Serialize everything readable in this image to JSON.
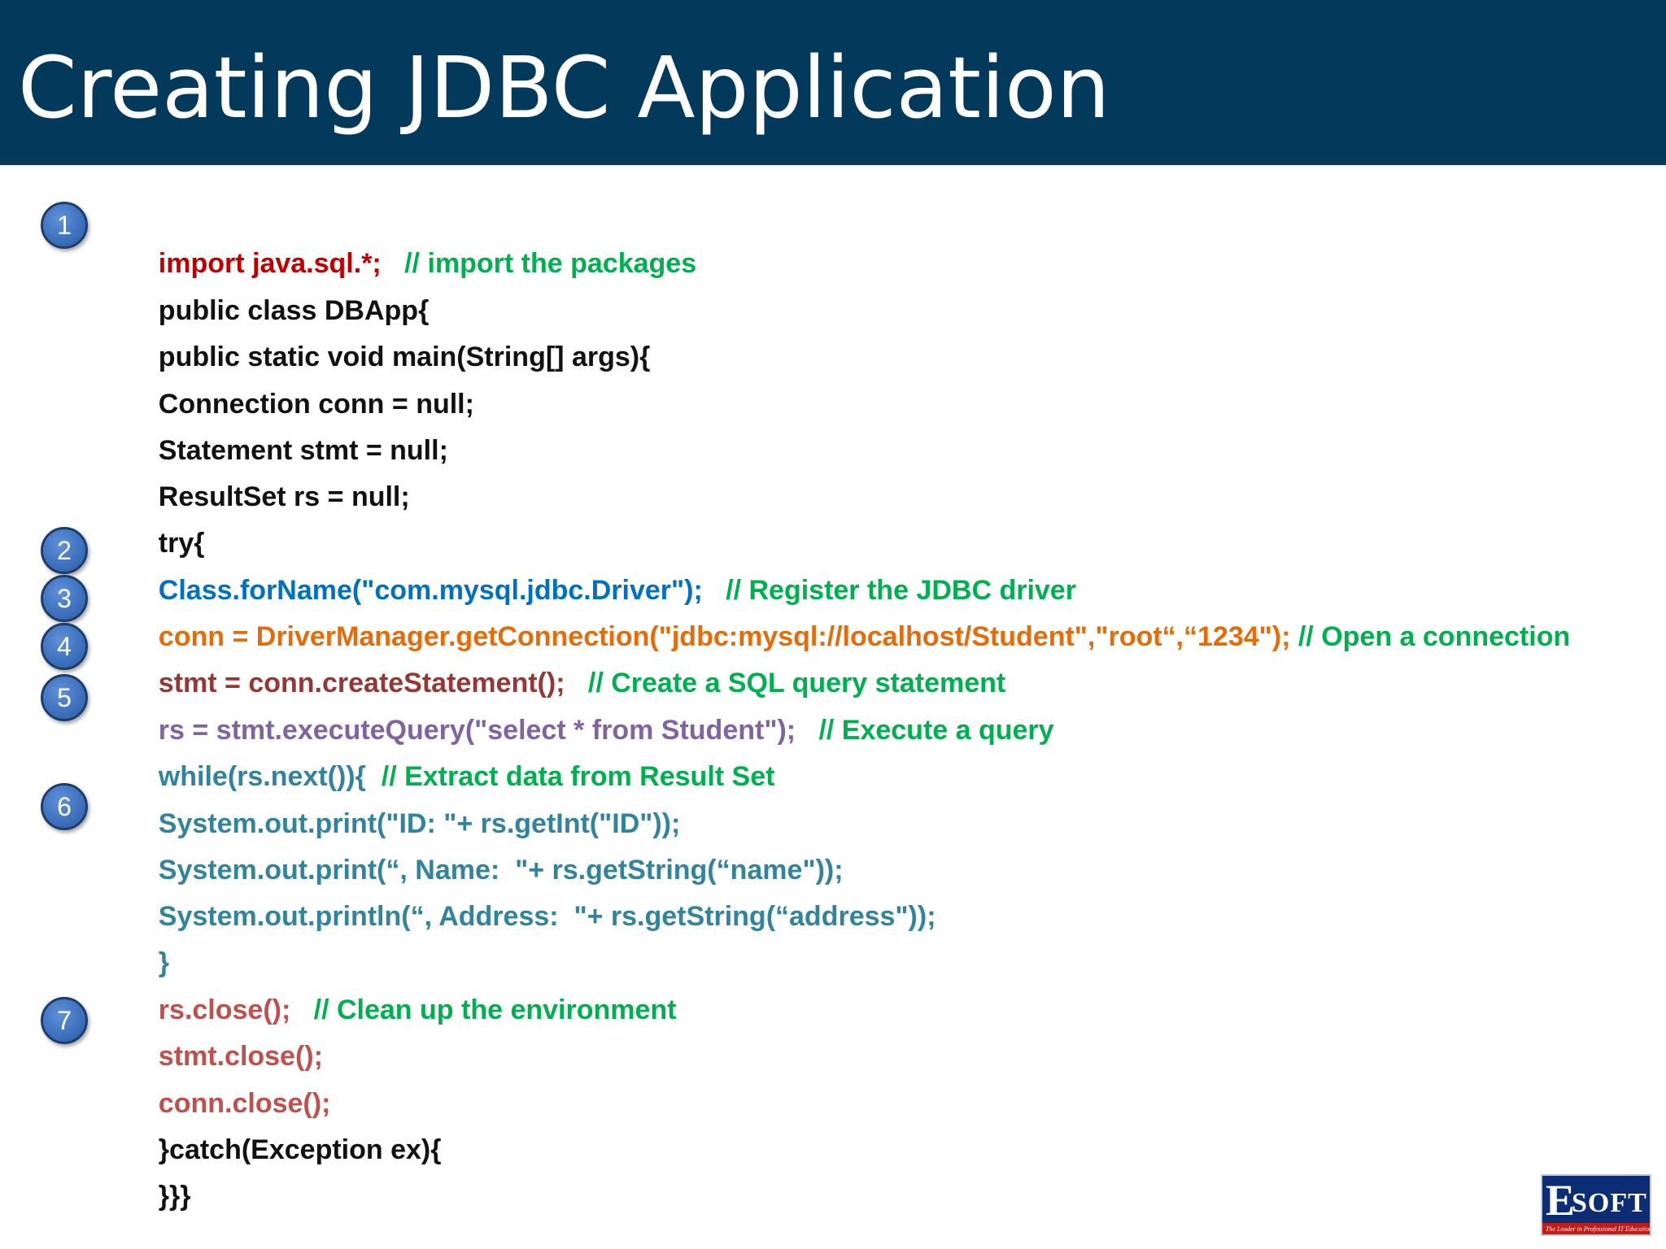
{
  "slide": {
    "title": "Creating JDBC Application"
  },
  "steps": [
    "1",
    "2",
    "3",
    "4",
    "5",
    "6",
    "7"
  ],
  "colors": {
    "title_bar": "#033a5b",
    "step_badge": "#3f73bf",
    "import": "#c00000",
    "comment": "#00b050",
    "plain": "#111111",
    "register": "#0070c0",
    "connection": "#e46c0a",
    "statement": "#953735",
    "query": "#8064a2",
    "resultset": "#31849b",
    "cleanup": "#c0504d"
  },
  "code": {
    "l1_code": "import java.sql.*;",
    "l1_comment": "// import the packages",
    "l2": "public class DBApp{",
    "l3": "public static void main(String[] args){",
    "l4": "Connection conn = null;",
    "l5": "Statement stmt = null;",
    "l6": "ResultSet rs = null;",
    "l7": "try{",
    "l8_code": "Class.forName(\"com.mysql.jdbc.Driver\");",
    "l8_comment": "// Register the JDBC driver",
    "l9_code": "conn = DriverManager.getConnection(\"jdbc:mysql://localhost/Student\",\"root“,“1234\");",
    "l9_comment": "// Open a connection",
    "l10_code": "stmt = conn.createStatement();",
    "l10_comment": "// Create a SQL query statement",
    "l11_code": "rs = stmt.executeQuery(\"select * from Student\");",
    "l11_comment": "// Execute a query",
    "l12_code": "while(rs.next()){",
    "l12_comment": "// Extract data from Result Set",
    "l13": "System.out.print(\"ID: \"+ rs.getInt(\"ID\"));",
    "l14": "System.out.print(“, Name:  \"+ rs.getString(“name\"));",
    "l15": "System.out.println(“, Address:  \"+ rs.getString(“address\"));",
    "l16": "}",
    "l17_code": "rs.close();",
    "l17_comment": "// Clean up the environment",
    "l18": "stmt.close();",
    "l19": "conn.close();",
    "l20": "}catch(Exception ex){",
    "l21": "}}}"
  },
  "logo": {
    "initial": "E",
    "rest": "SOFT",
    "tagline": "The Leader in Professional IT Education"
  }
}
